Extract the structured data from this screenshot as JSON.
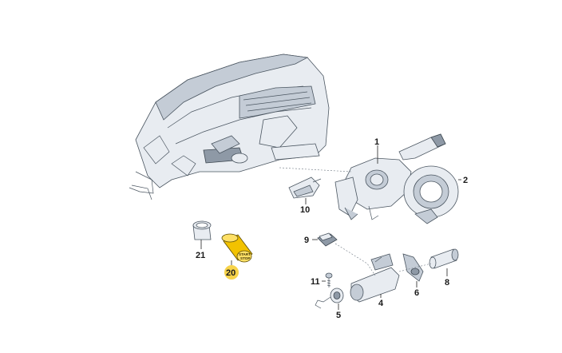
{
  "diagram": {
    "callouts": {
      "c1": "1",
      "c2": "2",
      "c4": "4",
      "c5": "5",
      "c6": "6",
      "c8": "8",
      "c9": "9",
      "c10": "10",
      "c11": "11",
      "c20": "20",
      "c21": "21"
    },
    "start_stop_button": {
      "line1": "START",
      "line2": "STOP"
    },
    "highlight_color": "#f2c200",
    "highlight_callout_color": "#f7d34a"
  }
}
